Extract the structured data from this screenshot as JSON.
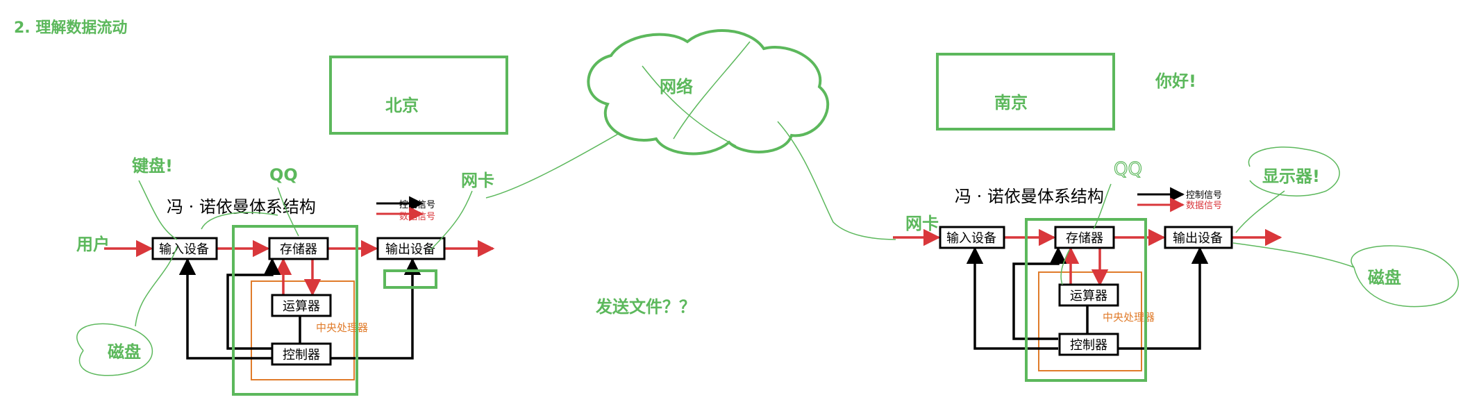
{
  "heading": "2. 理解数据流动",
  "colors": {
    "green": "#5cb85c",
    "red": "#d9373b",
    "orange": "#e07b2a",
    "black": "#000000"
  },
  "places": {
    "left": "北京",
    "right": "南京"
  },
  "cloud": {
    "label": "网络"
  },
  "messages": {
    "send": "发送文件？？",
    "hello": "你好!"
  },
  "annotations": {
    "left_keyboard": "键盘!",
    "left_qq": "QQ",
    "left_nic": "网卡",
    "left_user": "用户",
    "left_disk": "磁盘",
    "right_qq": "QQ",
    "right_nic": "网卡",
    "right_display": "显示器!",
    "right_disk": "磁盘"
  },
  "diagram": {
    "title": "冯 · 诺依曼体系结构",
    "legend_control": "控制信号",
    "legend_data": "数据信号",
    "input": "输入设备",
    "memory": "存储器",
    "output": "输出设备",
    "alu": "运算器",
    "controller": "控制器",
    "cpu": "中央处理器"
  }
}
